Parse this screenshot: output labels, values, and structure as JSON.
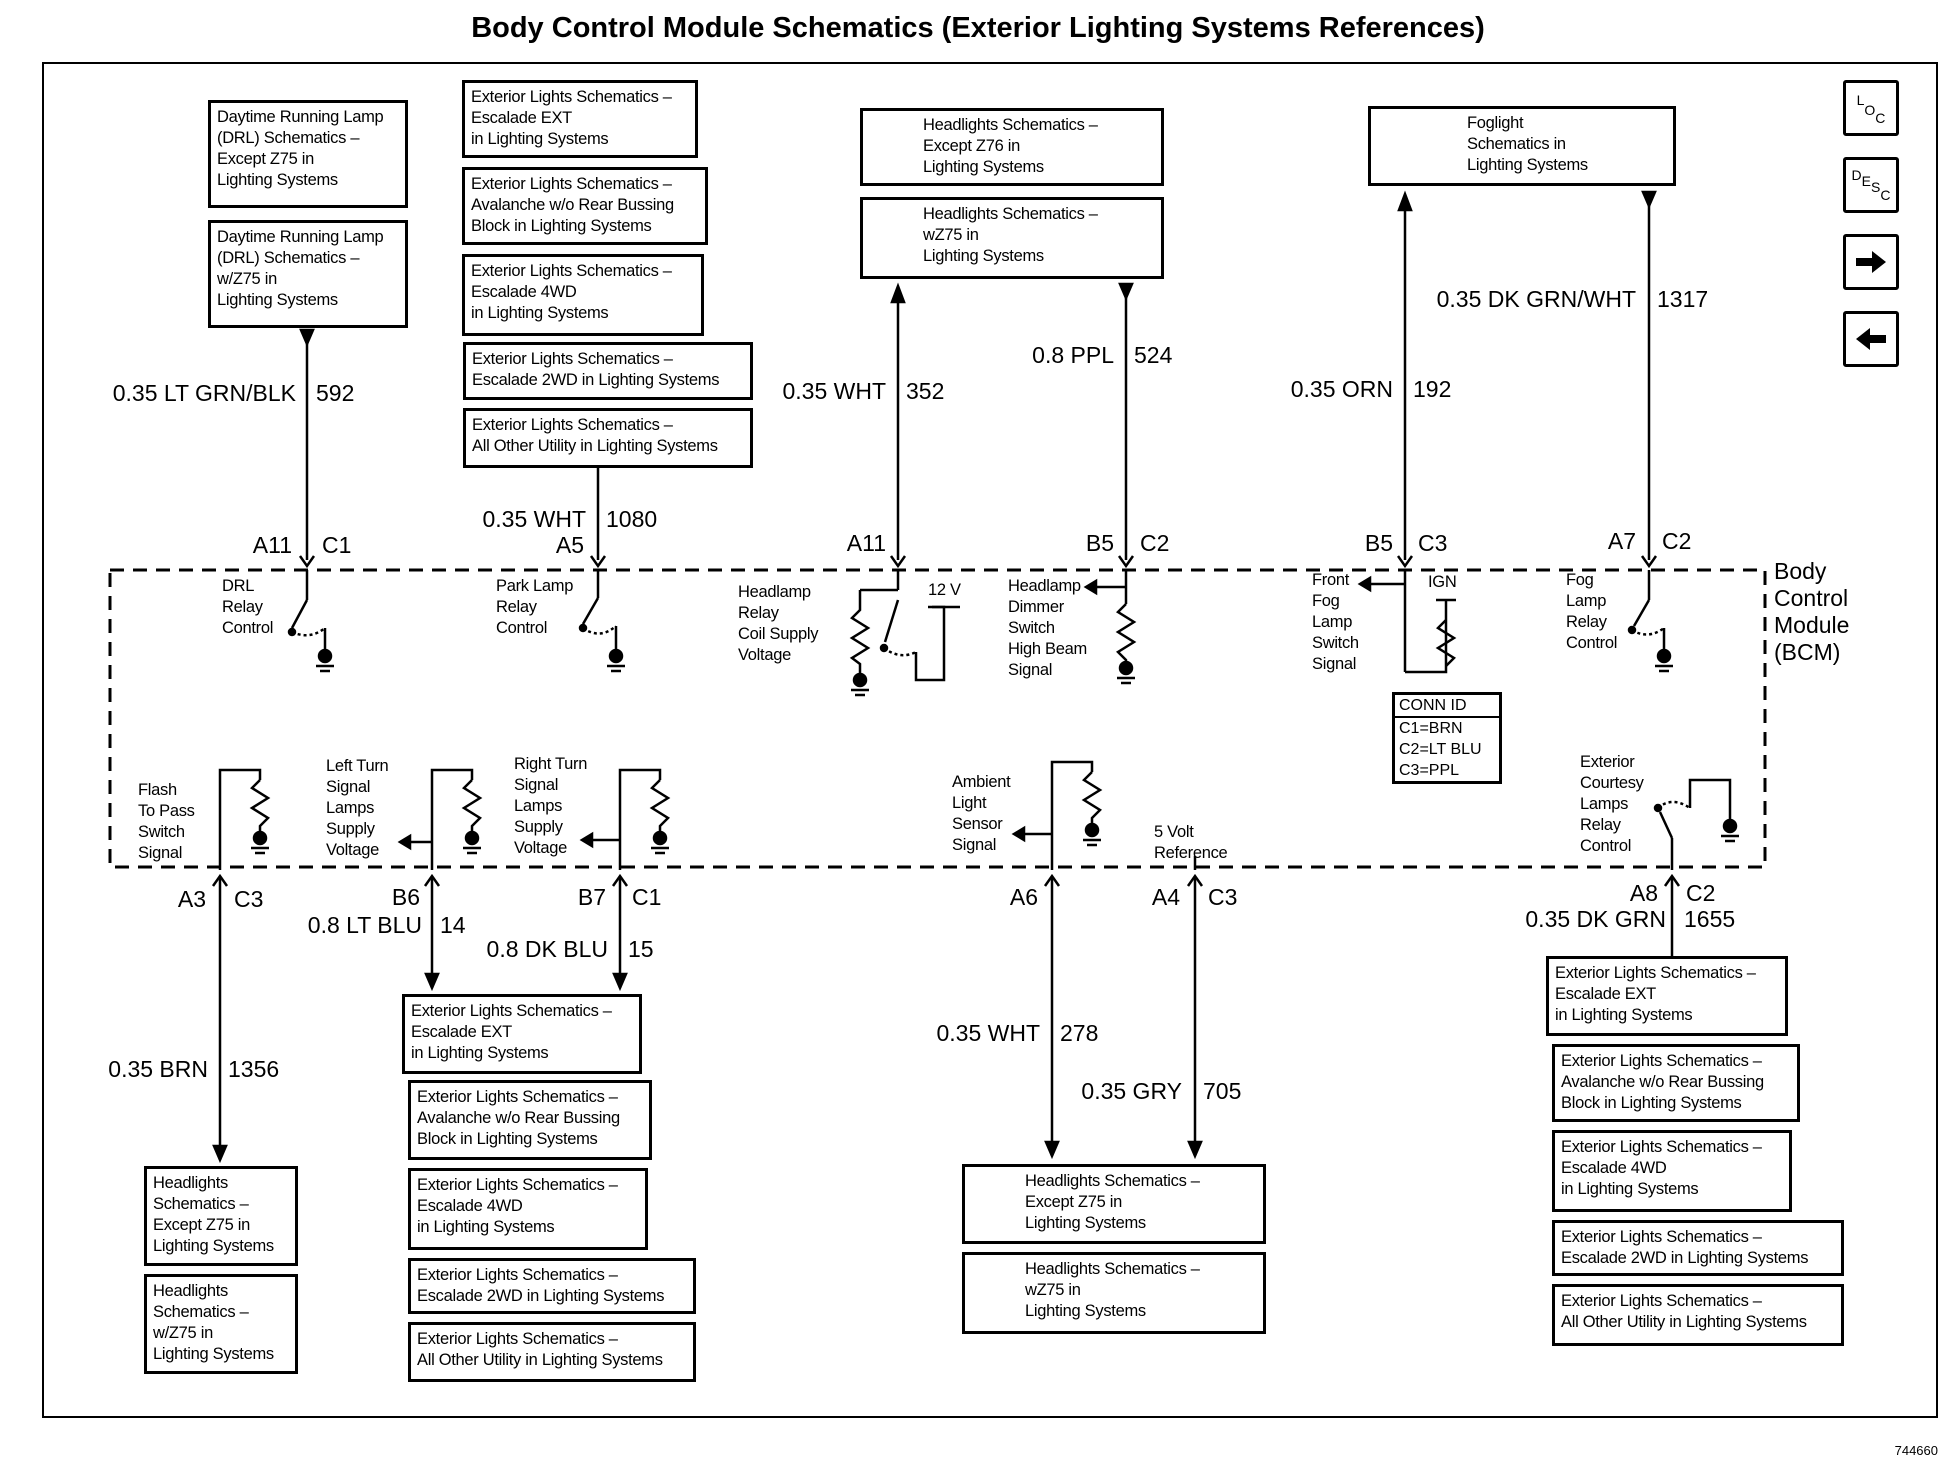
{
  "title": "Body Control Module Schematics (Exterior Lighting Systems References)",
  "module_label": "Body\nControl\nModule\n(BCM)",
  "nav_buttons": [
    {
      "icon": "loc-icon",
      "text": "LOC"
    },
    {
      "icon": "desc-icon",
      "text": "DESC"
    },
    {
      "icon": "arrow-right-icon",
      "text": ""
    },
    {
      "icon": "arrow-left-icon",
      "text": ""
    }
  ],
  "conn_id": {
    "header": "CONN ID",
    "rows": [
      "C1=BRN",
      "C2=LT BLU",
      "C3=PPL"
    ]
  },
  "figure_number": "744660",
  "top_boxes": {
    "drl": [
      "Daytime Running Lamp\n(DRL) Schematics –\nExcept Z75 in\nLighting Systems",
      "Daytime Running Lamp\n(DRL) Schematics –\nw/Z75 in\nLighting Systems"
    ],
    "exterior": [
      "Exterior Lights Schematics –\nEscalade EXT\nin Lighting Systems",
      "Exterior Lights Schematics –\nAvalanche w/o Rear Bussing\nBlock in Lighting Systems",
      "Exterior Lights Schematics –\nEscalade 4WD\nin Lighting Systems",
      "Exterior Lights Schematics –\nEscalade 2WD in Lighting Systems",
      "Exterior Lights Schematics –\nAll Other Utility in Lighting Systems"
    ],
    "headlights": [
      "Headlights Schematics –\nExcept Z76 in\nLighting Systems",
      "Headlights Schematics –\nwZ75 in\nLighting Systems"
    ],
    "foglight": "Foglight\nSchematics in\nLighting Systems"
  },
  "bottom_boxes": {
    "headlights_left": [
      "Headlights\nSchematics –\nExcept Z75 in\nLighting Systems",
      "Headlights\nSchematics –\nw/Z75 in\nLighting Systems"
    ],
    "exterior_left": [
      "Exterior Lights Schematics –\nEscalade EXT\nin Lighting Systems",
      "Exterior Lights Schematics –\nAvalanche w/o Rear Bussing\nBlock in Lighting Systems",
      "Exterior Lights Schematics –\nEscalade 4WD\nin Lighting Systems",
      "Exterior Lights Schematics –\nEscalade 2WD in Lighting Systems",
      "Exterior Lights Schematics –\nAll Other Utility in Lighting Systems"
    ],
    "headlights_mid": [
      "Headlights Schematics –\nExcept Z75 in\nLighting Systems",
      "Headlights Schematics –\nwZ75 in\nLighting Systems"
    ],
    "exterior_right": [
      "Exterior Lights Schematics –\nEscalade EXT\nin Lighting Systems",
      "Exterior Lights Schematics –\nAvalanche w/o Rear Bussing\nBlock in Lighting Systems",
      "Exterior Lights Schematics –\nEscalade 4WD\nin Lighting Systems",
      "Exterior Lights Schematics –\nEscalade 2WD in Lighting Systems",
      "Exterior Lights Schematics –\nAll Other Utility in Lighting Systems"
    ]
  },
  "wires": {
    "w592": {
      "color": "0.35 LT GRN/BLK",
      "circuit": "592",
      "pin": "A11",
      "conn": "C1"
    },
    "w1080": {
      "color": "0.35 WHT",
      "circuit": "1080",
      "pin": "A5",
      "conn": ""
    },
    "w352": {
      "color": "0.35 WHT",
      "circuit": "352",
      "pin": "A11",
      "conn": ""
    },
    "w524": {
      "color": "0.8 PPL",
      "circuit": "524",
      "pin": "B5",
      "conn": "C2"
    },
    "w192": {
      "color": "0.35 ORN",
      "circuit": "192",
      "pin": "B5",
      "conn": "C3"
    },
    "w1317": {
      "color": "0.35 DK GRN/WHT",
      "circuit": "1317",
      "pin": "A7",
      "conn": "C2"
    },
    "w1356": {
      "color": "0.35 BRN",
      "circuit": "1356",
      "pin": "A3",
      "conn": "C3"
    },
    "w14": {
      "color": "0.8 LT BLU",
      "circuit": "14",
      "pin": "B6",
      "conn": ""
    },
    "w15": {
      "color": "0.8 DK BLU",
      "circuit": "15",
      "pin": "B7",
      "conn": "C1"
    },
    "w278": {
      "color": "0.35 WHT",
      "circuit": "278",
      "pin": "A6",
      "conn": ""
    },
    "w705": {
      "color": "0.35 GRY",
      "circuit": "705",
      "pin": "A4",
      "conn": "C3"
    },
    "w1655": {
      "color": "0.35 DK GRN",
      "circuit": "1655",
      "pin": "A8",
      "conn": "C2"
    }
  },
  "signals": {
    "drl": "DRL\nRelay\nControl",
    "park": "Park Lamp\nRelay\nControl",
    "headlamp_relay": "Headlamp\nRelay\nCoil Supply\nVoltage",
    "v12": "12 V",
    "dimmer": "Headlamp\nDimmer\nSwitch\nHigh Beam\nSignal",
    "front_fog": "Front\nFog\nLamp\nSwitch\nSignal",
    "ign": "IGN",
    "fog_relay": "Fog\nLamp\nRelay\nControl",
    "flash": "Flash\nTo Pass\nSwitch\nSignal",
    "left_turn": "Left Turn\nSignal\nLamps\nSupply\nVoltage",
    "right_turn": "Right Turn\nSignal\nLamps\nSupply\nVoltage",
    "ambient": "Ambient\nLight\nSensor\nSignal",
    "ref5v": "5 Volt\nReference",
    "courtesy": "Exterior\nCourtesy\nLamps\nRelay\nControl"
  }
}
